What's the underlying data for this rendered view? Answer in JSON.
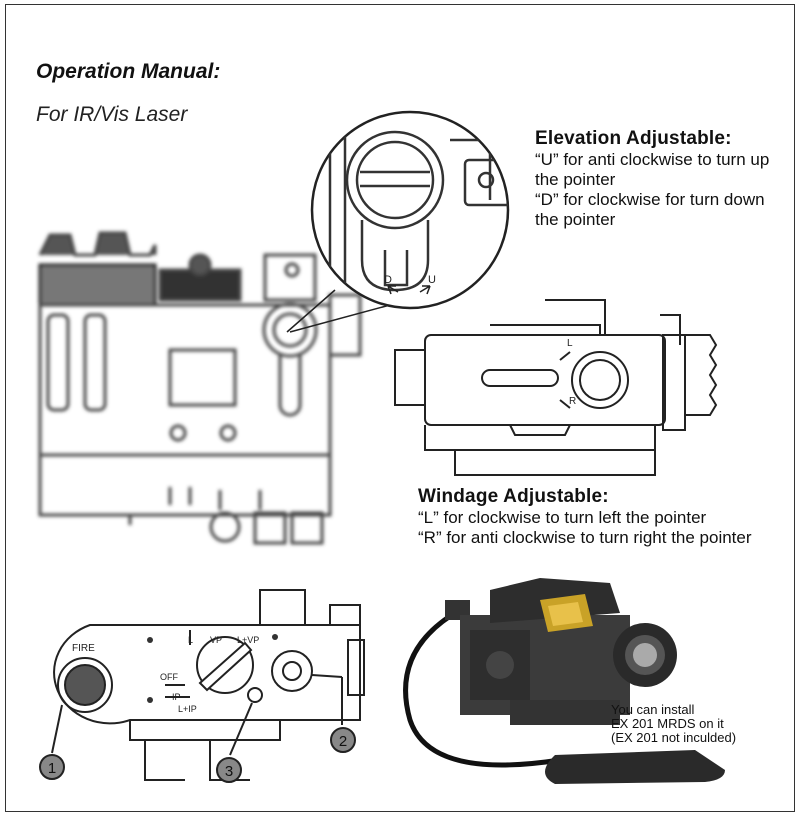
{
  "manual": {
    "title": "Operation Manual:",
    "subtitle": "For IR/Vis Laser"
  },
  "elevation": {
    "heading": "Elevation Adjustable:",
    "lines": [
      "“U” for anti clockwise to turn up",
      "the pointer",
      "“D” for clockwise for turn down",
      "the pointer"
    ],
    "dial_left": "D",
    "dial_right": "U"
  },
  "windage": {
    "heading": "Windage Adjustable:",
    "lines": [
      "“L” for clockwise to turn left the pointer",
      "“R” for anti clockwise to turn right the pointer"
    ],
    "dial_top": "L",
    "dial_bottom": "R"
  },
  "panel": {
    "fire": "FIRE",
    "modes": [
      "OFF",
      "L",
      "VP",
      "L+VP",
      "IP",
      "L+IP"
    ],
    "callouts": [
      "1",
      "2",
      "3"
    ]
  },
  "mrds_note": [
    "You can install",
    "EX 201 MRDS on it",
    "(EX 201 not inculded)"
  ]
}
